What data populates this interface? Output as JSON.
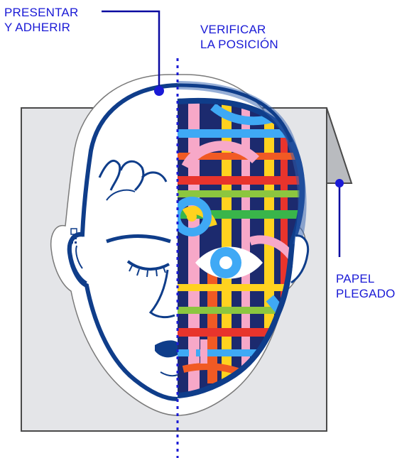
{
  "labels": {
    "present": {
      "line1": "PRESENTAR",
      "line2": "Y ADHERIR"
    },
    "verify": {
      "line1": "VERIFICAR",
      "line2": "LA POSICIÓN"
    },
    "paper": {
      "line1": "PAPEL",
      "line2": "PLEGADO"
    }
  },
  "colors": {
    "callout": "#1a1ad6",
    "outline": "#0f3d8a",
    "paper": "#e4e5e8",
    "fold": "#b9bbbf"
  },
  "icons": [
    "face-sticker-illustration",
    "qr-code-icon",
    "callout-dot"
  ]
}
